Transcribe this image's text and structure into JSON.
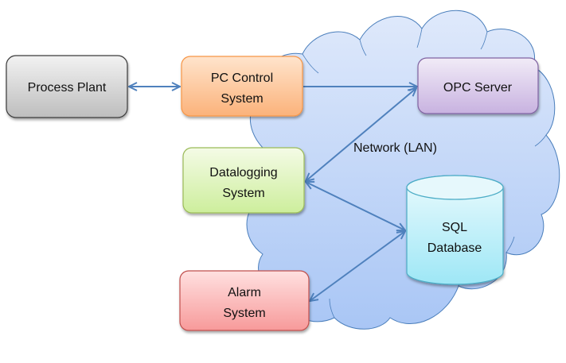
{
  "diagram": {
    "type": "system-architecture",
    "cloud": {
      "label": "Network (LAN)",
      "fill_top": "#dfe9fb",
      "fill_bottom": "#a9c6f5",
      "stroke": "#4a7ebb"
    },
    "nodes": [
      {
        "id": "process-plant",
        "lines": [
          "Process Plant"
        ],
        "fill_top": "#f2f2f2",
        "fill_bottom": "#bdbdbd",
        "stroke": "#3a3a3a"
      },
      {
        "id": "pc-control",
        "lines": [
          "PC Control",
          "System"
        ],
        "fill_top": "#ffe4cc",
        "fill_bottom": "#fbb27a",
        "stroke": "#f79646"
      },
      {
        "id": "opc-server",
        "lines": [
          "OPC Server"
        ],
        "fill_top": "#f1ebf7",
        "fill_bottom": "#c8b2e0",
        "stroke": "#8064a2"
      },
      {
        "id": "datalogging",
        "lines": [
          "Datalogging",
          "System"
        ],
        "fill_top": "#f4fbe6",
        "fill_bottom": "#cdee9c",
        "stroke": "#9bbb59"
      },
      {
        "id": "sql-database",
        "lines": [
          "SQL",
          "Database"
        ],
        "shape": "cylinder",
        "fill_top": "#e9fafd",
        "fill_bottom": "#9ee7f6",
        "stroke": "#4bacc6"
      },
      {
        "id": "alarm",
        "lines": [
          "Alarm",
          "System"
        ],
        "fill_top": "#ffe0e0",
        "fill_bottom": "#f79a9a",
        "stroke": "#c0504d"
      }
    ],
    "edges": [
      {
        "from": "process-plant",
        "to": "pc-control",
        "direction": "both"
      },
      {
        "from": "pc-control",
        "to": "opc-server",
        "direction": "forward"
      },
      {
        "from": "opc-server",
        "to": "datalogging",
        "direction": "both"
      },
      {
        "from": "datalogging",
        "to": "sql-database",
        "direction": "both"
      },
      {
        "from": "sql-database",
        "to": "alarm",
        "direction": "both"
      }
    ],
    "edge_color": "#4f81bd"
  }
}
